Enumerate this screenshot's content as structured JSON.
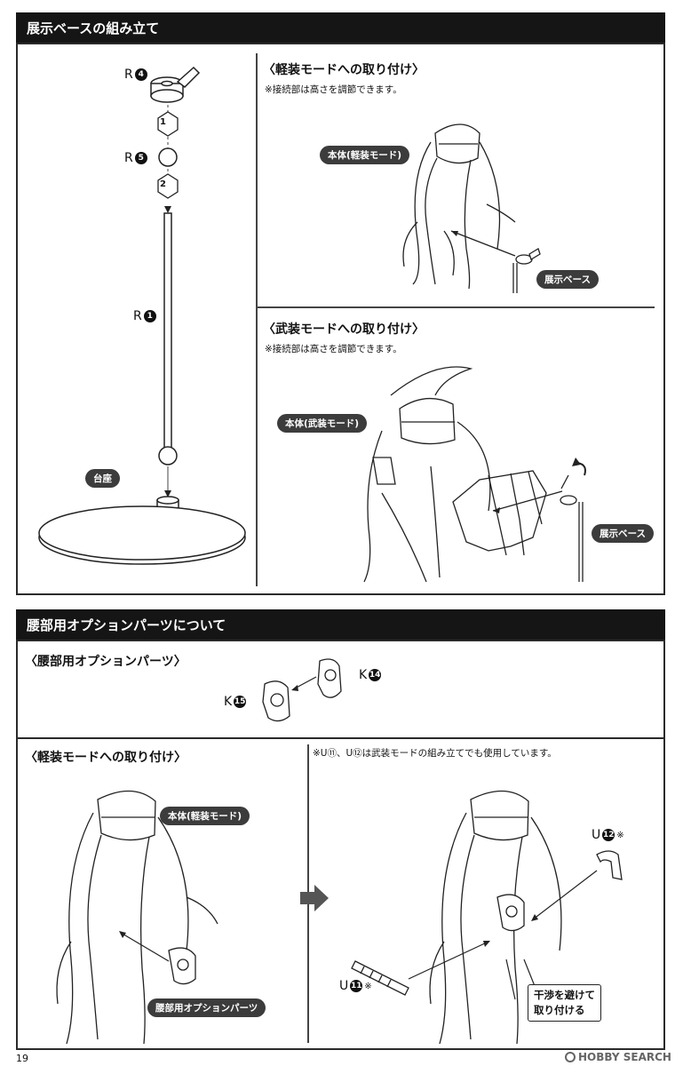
{
  "section1": {
    "title": "展示ベースの組み立て",
    "parts": {
      "r4": {
        "prefix": "R",
        "num": "4"
      },
      "r5": {
        "prefix": "R",
        "num": "5"
      },
      "r1": {
        "prefix": "R",
        "num": "1"
      }
    },
    "steps": [
      "1",
      "2"
    ],
    "base_label": "台座",
    "light_mode": {
      "heading": "〈軽装モードへの取り付け〉",
      "note": "※接続部は高さを調節できます。",
      "body_label": "本体(軽装モード)",
      "stand_label": "展示ベース"
    },
    "armed_mode": {
      "heading": "〈武装モードへの取り付け〉",
      "note": "※接続部は高さを調節できます。",
      "body_label": "本体(武装モード)",
      "stand_label": "展示ベース"
    }
  },
  "section2": {
    "title": "腰部用オプションパーツについて",
    "option_heading": "〈腰部用オプションパーツ〉",
    "parts": {
      "k14": {
        "prefix": "K",
        "num": "14"
      },
      "k15": {
        "prefix": "K",
        "num": "15"
      }
    },
    "light_mode": {
      "heading": "〈軽装モードへの取り付け〉",
      "body_label": "本体(軽装モード)",
      "option_label": "腰部用オプションパーツ",
      "note": "※U⑪、U⑫は武装モードの組み立てでも使用しています。",
      "u12": {
        "prefix": "U",
        "num": "12",
        "suffix": "※"
      },
      "u11": {
        "prefix": "U",
        "num": "11",
        "suffix": "※"
      },
      "callout_line1": "干渉を避けて",
      "callout_line2": "取り付ける"
    }
  },
  "footer": {
    "page_number": "19",
    "watermark": "HOBBY SEARCH"
  }
}
